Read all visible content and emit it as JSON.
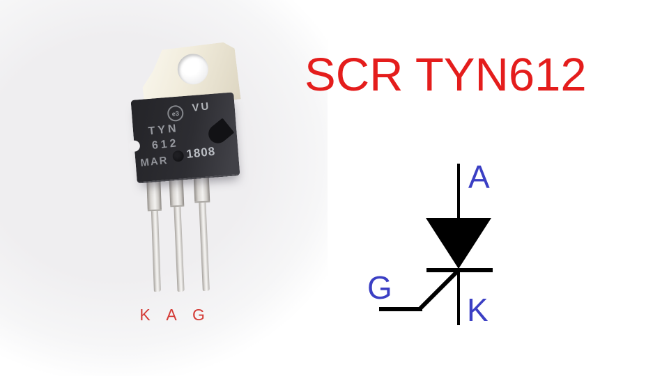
{
  "title": "SCR TYN612",
  "photo": {
    "markings": {
      "logo": "e3",
      "suffix": "VU",
      "part_line1": "TYN",
      "part_line2": "612",
      "month": "MAR",
      "date_code": "1808"
    },
    "pin_labels": {
      "left": "K",
      "middle": "A",
      "right": "G"
    }
  },
  "symbol": {
    "anode_label": "A",
    "gate_label": "G",
    "cathode_label": "K"
  },
  "colors": {
    "title_red": "#e41d1c",
    "pin_label_red": "#d43a35",
    "symbol_label_blue": "#3b3fc4",
    "symbol_black": "#000000",
    "package_black": "#2b2b30",
    "tab_cream": "#efe9d8",
    "lead_silver": "#d9d6d2",
    "photo_background": "#efeef0"
  }
}
